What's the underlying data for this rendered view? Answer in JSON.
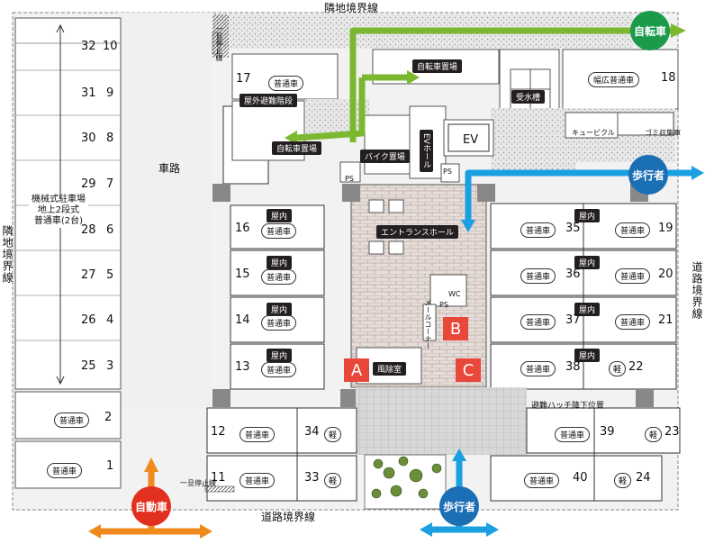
{
  "boundaries": {
    "top": "隣地境界線",
    "left": "隣地境界線",
    "right": "道路境界線",
    "bottom": "道路境界線"
  },
  "roadway": "車路",
  "mechanical_parking": {
    "line1": "機械式駐車場",
    "line2": "地上2段式",
    "line3": "普通車(2台)"
  },
  "left_column_pairs": [
    {
      "a": "32",
      "b": "10"
    },
    {
      "a": "31",
      "b": "9"
    },
    {
      "a": "30",
      "b": "8"
    },
    {
      "a": "29",
      "b": "7"
    },
    {
      "a": "28",
      "b": "6"
    },
    {
      "a": "27",
      "b": "5"
    },
    {
      "a": "26",
      "b": "4"
    },
    {
      "a": "25",
      "b": "3"
    }
  ],
  "left_ground": [
    {
      "num": "2",
      "type": "普通車"
    },
    {
      "num": "1",
      "type": "普通車"
    }
  ],
  "slot17": {
    "num": "17",
    "type": "普通車"
  },
  "outdoor_stairs": "屋外避難階段",
  "bike_parking_bicycle": "自転車置場",
  "bike_parking_bicycle2": "自転車置場",
  "bike_parking_motor": "バイク置場",
  "ev_hall": "EVホール",
  "ev": "EV",
  "ps": "PS",
  "entrance_hall": "エントランスホール",
  "wind_room": "風除室",
  "mail": "メールコーナー",
  "wc": "WC",
  "water_tank": "受水槽",
  "cubicle": "キュービクル",
  "garbage": "ゴミ収集庫",
  "wide_slot": {
    "num": "18",
    "type": "幅広普通車"
  },
  "stop_line": "一旦停止線",
  "hatch": "避難ハッチ降下位置",
  "indoor": "屋内",
  "left_indoor": [
    {
      "num": "16",
      "type": "普通車"
    },
    {
      "num": "15",
      "type": "普通車"
    },
    {
      "num": "14",
      "type": "普通車"
    },
    {
      "num": "13",
      "type": "普通車"
    }
  ],
  "right_indoor": [
    {
      "num": "35",
      "type": "普通車",
      "num2": "19",
      "type2": "普通車"
    },
    {
      "num": "36",
      "type": "普通車",
      "num2": "20",
      "type2": "普通車"
    },
    {
      "num": "37",
      "type": "普通車",
      "num2": "21",
      "type2": "普通車"
    },
    {
      "num": "38",
      "type": "普通車",
      "num2": "22",
      "type2": "軽"
    }
  ],
  "bottom_left": [
    {
      "num": "12",
      "type": "普通車",
      "num2": "34",
      "type2": "軽"
    },
    {
      "num": "11",
      "type": "普通車",
      "num2": "33",
      "type2": "軽"
    }
  ],
  "bottom_right": [
    {
      "num": "39",
      "type": "普通車",
      "num2": "23",
      "type2": "軽"
    },
    {
      "num": "40",
      "type": "普通車",
      "num2": "24",
      "type2": "軽"
    }
  ],
  "labels_abc": {
    "a": "A",
    "b": "B",
    "c": "C"
  },
  "access": {
    "bicycle": "自転車",
    "pedestrian": "歩行者",
    "car": "自動車",
    "pedestrian2": "歩行者"
  },
  "colors": {
    "bicycle": "#7cb82f",
    "pedestrian": "#1aa0e0",
    "car": "#f08a1c",
    "label_red": "#e8473a",
    "pedestrian_circle": "#1a6fb5",
    "bicycle_circle": "#1b9a4a",
    "car_circle": "#e2301f"
  }
}
